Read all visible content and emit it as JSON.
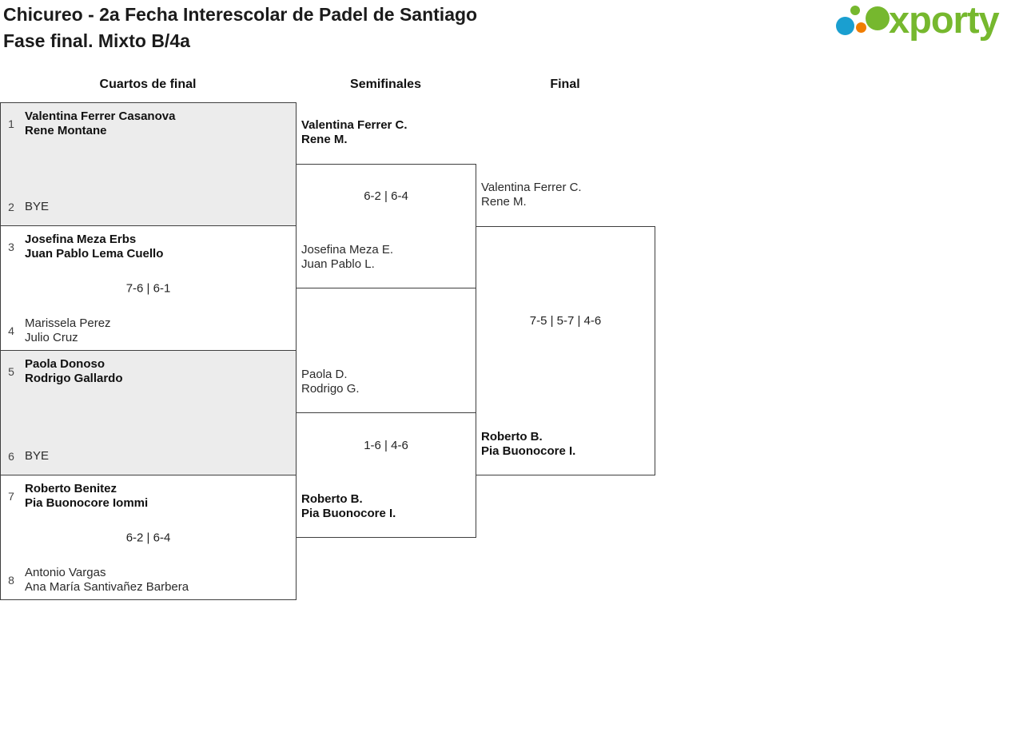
{
  "header": {
    "title_line1": "Chicureo - 2a Fecha Interescolar de Padel de Santiago",
    "title_line2": "Fase final. Mixto B/4a",
    "logo_text": "xporty"
  },
  "colors": {
    "brand_green": "#76b82e",
    "brand_blue": "#1a9fd0",
    "brand_orange": "#f07d00",
    "bye_match_background": "#ececec",
    "bracket_line": "#3f3f3f"
  },
  "rounds": {
    "quarterfinals": "Cuartos de final",
    "semifinals": "Semifinales",
    "final": "Final"
  },
  "quarterfinals": [
    {
      "top_seed": "1",
      "top_name1": "Valentina Ferrer Casanova",
      "top_name2": "Rene Montane",
      "score": "",
      "bottom_seed": "2",
      "bottom_name1": "BYE",
      "bottom_name2": ""
    },
    {
      "top_seed": "3",
      "top_name1": "Josefina Meza Erbs",
      "top_name2": "Juan Pablo Lema Cuello",
      "score": "7-6 | 6-1",
      "bottom_seed": "4",
      "bottom_name1": "Marissela Perez",
      "bottom_name2": "Julio Cruz"
    },
    {
      "top_seed": "5",
      "top_name1": "Paola Donoso",
      "top_name2": "Rodrigo Gallardo",
      "score": "",
      "bottom_seed": "6",
      "bottom_name1": "BYE",
      "bottom_name2": ""
    },
    {
      "top_seed": "7",
      "top_name1": "Roberto Benitez",
      "top_name2": "Pia Buonocore Iommi",
      "score": "6-2 | 6-4",
      "bottom_seed": "8",
      "bottom_name1": "Antonio Vargas",
      "bottom_name2": "Ana María Santivañez Barbera"
    }
  ],
  "semifinals": [
    {
      "top_name1": "Valentina Ferrer C.",
      "top_name2": "Rene M.",
      "score": "6-2 | 6-4",
      "bottom_name1": "Josefina Meza E.",
      "bottom_name2": "Juan Pablo L."
    },
    {
      "top_name1": "Paola D.",
      "top_name2": "Rodrigo G.",
      "score": "1-6 | 4-6",
      "bottom_name1": "Roberto B.",
      "bottom_name2": "Pia Buonocore I."
    }
  ],
  "final_match": {
    "top_name1": "Valentina Ferrer C.",
    "top_name2": "Rene M.",
    "score": "7-5 | 5-7 | 4-6",
    "bottom_name1": "Roberto B.",
    "bottom_name2": "Pia Buonocore I."
  }
}
